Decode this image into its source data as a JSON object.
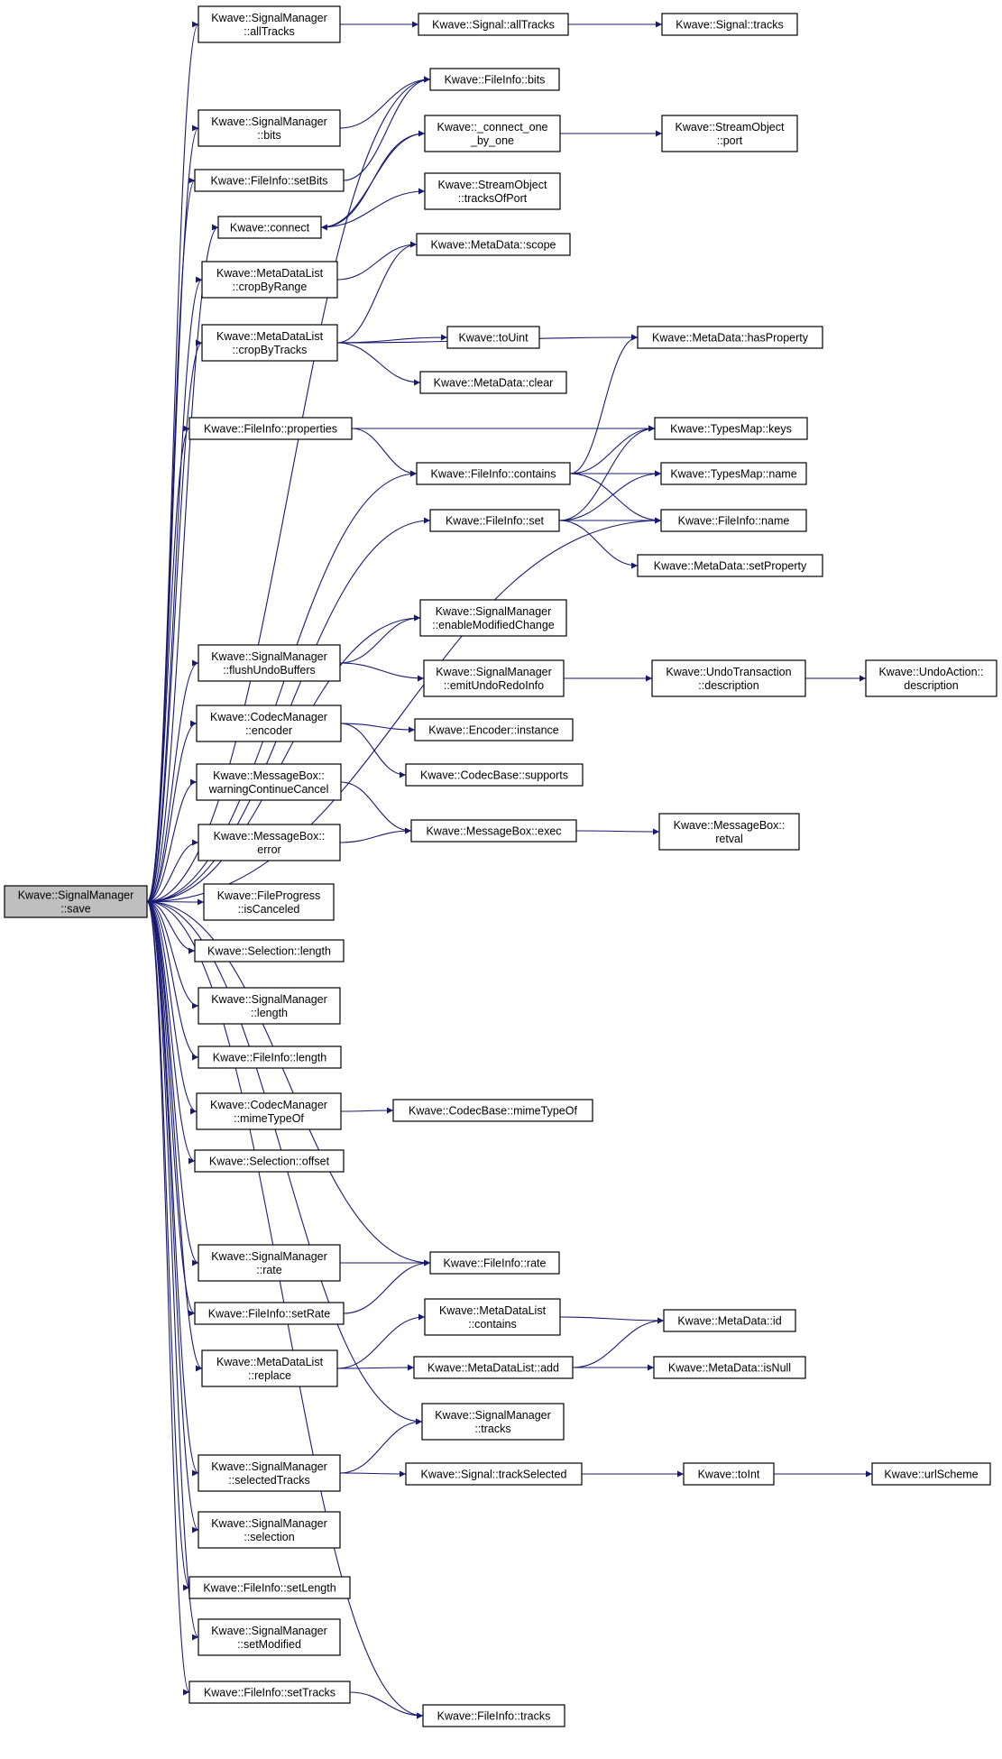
{
  "graph": {
    "edge_color": "#191970",
    "root_fill": "#bfbfbf",
    "nodes": [
      {
        "id": "save",
        "lines": [
          "Kwave::SignalManager",
          "::save"
        ],
        "root": true
      },
      {
        "id": "sm_allTracks",
        "lines": [
          "Kwave::SignalManager",
          "::allTracks"
        ]
      },
      {
        "id": "sig_allTracks",
        "lines": [
          "Kwave::Signal::allTracks"
        ]
      },
      {
        "id": "sig_tracks",
        "lines": [
          "Kwave::Signal::tracks"
        ]
      },
      {
        "id": "fi_bits",
        "lines": [
          "Kwave::FileInfo::bits"
        ]
      },
      {
        "id": "sm_bits",
        "lines": [
          "Kwave::SignalManager",
          "::bits"
        ]
      },
      {
        "id": "conn_one",
        "lines": [
          "Kwave::_connect_one",
          "_by_one"
        ]
      },
      {
        "id": "so_port",
        "lines": [
          "Kwave::StreamObject",
          "::port"
        ]
      },
      {
        "id": "fi_setBits",
        "lines": [
          "Kwave::FileInfo::setBits"
        ]
      },
      {
        "id": "connect",
        "lines": [
          "Kwave::connect"
        ]
      },
      {
        "id": "so_tracksOfPort",
        "lines": [
          "Kwave::StreamObject",
          "::tracksOfPort"
        ]
      },
      {
        "id": "md_scope",
        "lines": [
          "Kwave::MetaData::scope"
        ]
      },
      {
        "id": "mdl_cropByRange",
        "lines": [
          "Kwave::MetaDataList",
          "::cropByRange"
        ]
      },
      {
        "id": "mdl_cropByTracks",
        "lines": [
          "Kwave::MetaDataList",
          "::cropByTracks"
        ]
      },
      {
        "id": "md_hasProperty",
        "lines": [
          "Kwave::MetaData::hasProperty"
        ]
      },
      {
        "id": "toUint",
        "lines": [
          "Kwave::toUint"
        ]
      },
      {
        "id": "md_clear",
        "lines": [
          "Kwave::MetaData::clear"
        ]
      },
      {
        "id": "fi_properties",
        "lines": [
          "Kwave::FileInfo::properties"
        ]
      },
      {
        "id": "tm_keys",
        "lines": [
          "Kwave::TypesMap::keys"
        ]
      },
      {
        "id": "fi_contains",
        "lines": [
          "Kwave::FileInfo::contains"
        ]
      },
      {
        "id": "tm_name",
        "lines": [
          "Kwave::TypesMap::name"
        ]
      },
      {
        "id": "fi_set",
        "lines": [
          "Kwave::FileInfo::set"
        ]
      },
      {
        "id": "fi_name",
        "lines": [
          "Kwave::FileInfo::name"
        ]
      },
      {
        "id": "md_setProperty",
        "lines": [
          "Kwave::MetaData::setProperty"
        ]
      },
      {
        "id": "sm_enableModifiedChange",
        "lines": [
          "Kwave::SignalManager",
          "::enableModifiedChange"
        ]
      },
      {
        "id": "sm_flushUndoBuffers",
        "lines": [
          "Kwave::SignalManager",
          "::flushUndoBuffers"
        ]
      },
      {
        "id": "sm_emitUndoRedoInfo",
        "lines": [
          "Kwave::SignalManager",
          "::emitUndoRedoInfo"
        ]
      },
      {
        "id": "ut_description",
        "lines": [
          "Kwave::UndoTransaction",
          "::description"
        ]
      },
      {
        "id": "ua_description",
        "lines": [
          "Kwave::UndoAction::",
          "description"
        ]
      },
      {
        "id": "cm_encoder",
        "lines": [
          "Kwave::CodecManager",
          "::encoder"
        ]
      },
      {
        "id": "enc_instance",
        "lines": [
          "Kwave::Encoder::instance"
        ]
      },
      {
        "id": "cb_supports",
        "lines": [
          "Kwave::CodecBase::supports"
        ]
      },
      {
        "id": "mb_warning",
        "lines": [
          "Kwave::MessageBox::",
          "warningContinueCancel"
        ]
      },
      {
        "id": "mb_error",
        "lines": [
          "Kwave::MessageBox::",
          "error"
        ]
      },
      {
        "id": "mb_exec",
        "lines": [
          "Kwave::MessageBox::exec"
        ]
      },
      {
        "id": "mb_retval",
        "lines": [
          "Kwave::MessageBox::",
          "retval"
        ]
      },
      {
        "id": "fp_isCanceled",
        "lines": [
          "Kwave::FileProgress",
          "::isCanceled"
        ]
      },
      {
        "id": "sel_length",
        "lines": [
          "Kwave::Selection::length"
        ]
      },
      {
        "id": "sm_length",
        "lines": [
          "Kwave::SignalManager",
          "::length"
        ]
      },
      {
        "id": "fi_length",
        "lines": [
          "Kwave::FileInfo::length"
        ]
      },
      {
        "id": "cm_mimeTypeOf",
        "lines": [
          "Kwave::CodecManager",
          "::mimeTypeOf"
        ]
      },
      {
        "id": "cb_mimeTypeOf",
        "lines": [
          "Kwave::CodecBase::mimeTypeOf"
        ]
      },
      {
        "id": "sel_offset",
        "lines": [
          "Kwave::Selection::offset"
        ]
      },
      {
        "id": "fi_rate",
        "lines": [
          "Kwave::FileInfo::rate"
        ]
      },
      {
        "id": "sm_rate",
        "lines": [
          "Kwave::SignalManager",
          "::rate"
        ]
      },
      {
        "id": "mdl_contains",
        "lines": [
          "Kwave::MetaDataList",
          "::contains"
        ]
      },
      {
        "id": "fi_setRate",
        "lines": [
          "Kwave::FileInfo::setRate"
        ]
      },
      {
        "id": "md_id",
        "lines": [
          "Kwave::MetaData::id"
        ]
      },
      {
        "id": "mdl_replace",
        "lines": [
          "Kwave::MetaDataList",
          "::replace"
        ]
      },
      {
        "id": "mdl_add",
        "lines": [
          "Kwave::MetaDataList::add"
        ]
      },
      {
        "id": "md_isNull",
        "lines": [
          "Kwave::MetaData::isNull"
        ]
      },
      {
        "id": "sm_tracks",
        "lines": [
          "Kwave::SignalManager",
          "::tracks"
        ]
      },
      {
        "id": "sm_selectedTracks",
        "lines": [
          "Kwave::SignalManager",
          "::selectedTracks"
        ]
      },
      {
        "id": "sig_trackSelected",
        "lines": [
          "Kwave::Signal::trackSelected"
        ]
      },
      {
        "id": "toInt",
        "lines": [
          "Kwave::toInt"
        ]
      },
      {
        "id": "urlScheme",
        "lines": [
          "Kwave::urlScheme"
        ]
      },
      {
        "id": "sm_selection",
        "lines": [
          "Kwave::SignalManager",
          "::selection"
        ]
      },
      {
        "id": "fi_setLength",
        "lines": [
          "Kwave::FileInfo::setLength"
        ]
      },
      {
        "id": "sm_setModified",
        "lines": [
          "Kwave::SignalManager",
          "::setModified"
        ]
      },
      {
        "id": "fi_setTracks",
        "lines": [
          "Kwave::FileInfo::setTracks"
        ]
      },
      {
        "id": "fi_tracks",
        "lines": [
          "Kwave::FileInfo::tracks"
        ]
      }
    ],
    "edges": [
      [
        "save",
        "sm_allTracks"
      ],
      [
        "sm_allTracks",
        "sig_allTracks"
      ],
      [
        "sig_allTracks",
        "sig_tracks"
      ],
      [
        "save",
        "fi_bits"
      ],
      [
        "save",
        "sm_bits"
      ],
      [
        "sm_bits",
        "fi_bits"
      ],
      [
        "save",
        "fi_setBits"
      ],
      [
        "fi_setBits",
        "fi_bits"
      ],
      [
        "save",
        "connect"
      ],
      [
        "connect",
        "conn_one"
      ],
      [
        "conn_one",
        "connect"
      ],
      [
        "conn_one",
        "so_port"
      ],
      [
        "connect",
        "so_tracksOfPort"
      ],
      [
        "save",
        "mdl_cropByRange"
      ],
      [
        "mdl_cropByRange",
        "md_scope"
      ],
      [
        "save",
        "mdl_cropByTracks"
      ],
      [
        "mdl_cropByTracks",
        "md_scope"
      ],
      [
        "mdl_cropByTracks",
        "md_hasProperty"
      ],
      [
        "mdl_cropByTracks",
        "toUint"
      ],
      [
        "mdl_cropByTracks",
        "md_clear"
      ],
      [
        "save",
        "fi_properties"
      ],
      [
        "fi_properties",
        "tm_keys"
      ],
      [
        "fi_properties",
        "fi_contains"
      ],
      [
        "fi_contains",
        "md_hasProperty"
      ],
      [
        "fi_contains",
        "tm_keys"
      ],
      [
        "fi_contains",
        "tm_name"
      ],
      [
        "fi_contains",
        "fi_name"
      ],
      [
        "save",
        "fi_contains"
      ],
      [
        "save",
        "fi_set"
      ],
      [
        "fi_set",
        "tm_keys"
      ],
      [
        "fi_set",
        "tm_name"
      ],
      [
        "fi_set",
        "fi_name"
      ],
      [
        "fi_set",
        "md_setProperty"
      ],
      [
        "save",
        "fi_name"
      ],
      [
        "save",
        "sm_enableModifiedChange"
      ],
      [
        "save",
        "sm_flushUndoBuffers"
      ],
      [
        "sm_flushUndoBuffers",
        "sm_enableModifiedChange"
      ],
      [
        "sm_flushUndoBuffers",
        "sm_emitUndoRedoInfo"
      ],
      [
        "sm_emitUndoRedoInfo",
        "ut_description"
      ],
      [
        "ut_description",
        "ua_description"
      ],
      [
        "save",
        "cm_encoder"
      ],
      [
        "cm_encoder",
        "enc_instance"
      ],
      [
        "cm_encoder",
        "cb_supports"
      ],
      [
        "save",
        "mb_warning"
      ],
      [
        "mb_warning",
        "mb_exec"
      ],
      [
        "save",
        "mb_error"
      ],
      [
        "mb_error",
        "mb_exec"
      ],
      [
        "mb_exec",
        "mb_retval"
      ],
      [
        "save",
        "fp_isCanceled"
      ],
      [
        "save",
        "sel_length"
      ],
      [
        "save",
        "sm_length"
      ],
      [
        "save",
        "fi_length"
      ],
      [
        "save",
        "cm_mimeTypeOf"
      ],
      [
        "cm_mimeTypeOf",
        "cb_mimeTypeOf"
      ],
      [
        "save",
        "sel_offset"
      ],
      [
        "save",
        "fi_rate"
      ],
      [
        "save",
        "sm_rate"
      ],
      [
        "sm_rate",
        "fi_rate"
      ],
      [
        "save",
        "fi_setRate"
      ],
      [
        "fi_setRate",
        "fi_rate"
      ],
      [
        "save",
        "mdl_replace"
      ],
      [
        "mdl_replace",
        "mdl_contains"
      ],
      [
        "mdl_replace",
        "mdl_add"
      ],
      [
        "mdl_contains",
        "md_id"
      ],
      [
        "mdl_add",
        "md_id"
      ],
      [
        "mdl_add",
        "md_isNull"
      ],
      [
        "save",
        "sm_tracks"
      ],
      [
        "save",
        "sm_selectedTracks"
      ],
      [
        "sm_selectedTracks",
        "sm_tracks"
      ],
      [
        "sm_selectedTracks",
        "sig_trackSelected"
      ],
      [
        "sig_trackSelected",
        "toInt"
      ],
      [
        "toInt",
        "urlScheme"
      ],
      [
        "save",
        "sm_selection"
      ],
      [
        "save",
        "fi_setLength"
      ],
      [
        "save",
        "sm_setModified"
      ],
      [
        "save",
        "fi_setTracks"
      ],
      [
        "fi_setTracks",
        "fi_tracks"
      ],
      [
        "save",
        "fi_tracks"
      ]
    ]
  }
}
